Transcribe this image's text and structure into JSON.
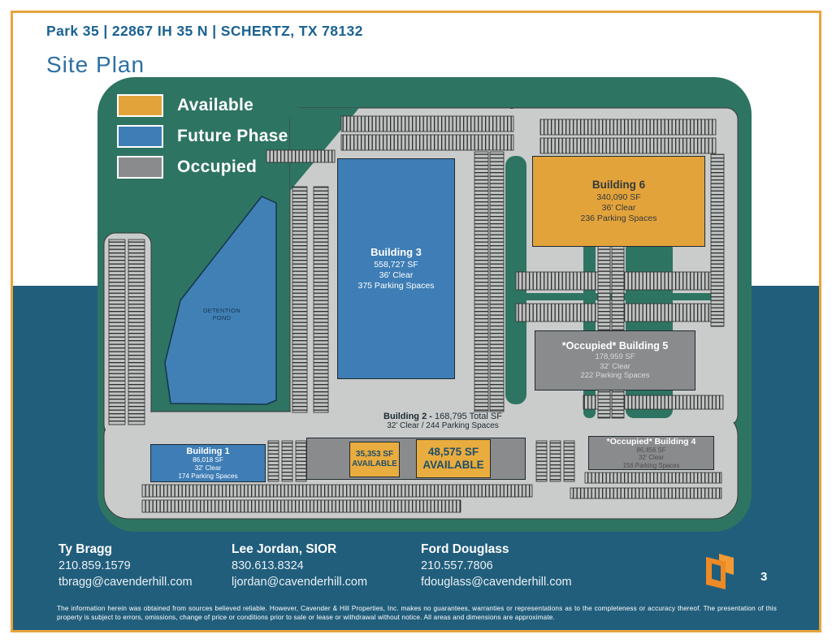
{
  "page": {
    "header": "Park 35 | 22867 IH 35 N | SCHERTZ, TX 78132",
    "title": "Site Plan",
    "page_number": "3",
    "disclaimer": "The information herein was obtained from sources believed reliable. However, Cavender & Hill Properties, Inc. makes no guarantees, warranties or representations as to the completeness or accuracy thereof. The presentation of this property is subject to errors, omissions, change of price or conditions prior to sale or lease or withdrawal without notice. All areas and dimensions are approximate."
  },
  "legend": {
    "items": [
      {
        "label": "Available",
        "status": "available"
      },
      {
        "label": "Future Phase",
        "status": "future"
      },
      {
        "label": "Occupied",
        "status": "occupied"
      }
    ]
  },
  "site_plan": {
    "buildings": [
      {
        "name": "Building 3",
        "sf": "558,727 SF",
        "clear": "36' Clear",
        "parking": "375 Parking Spaces",
        "status": "future"
      },
      {
        "name": "Building 6",
        "sf": "340,090 SF",
        "clear": "36' Clear",
        "parking": "236 Parking Spaces",
        "status": "available"
      },
      {
        "name": "*Occupied* Building 5",
        "sf": "178,959 SF",
        "clear": "32' Clear",
        "parking": "222 Parking Spaces",
        "status": "occupied"
      },
      {
        "name": "*Occupied* Building 4",
        "sf": "86,456 SF",
        "clear": "32' Clear",
        "parking": "156 Parking Spaces",
        "status": "occupied"
      },
      {
        "name": "Building 1",
        "sf": "86,018 SF",
        "clear": "32' Clear",
        "parking": "174 Parking Spaces",
        "status": "future"
      }
    ],
    "building2": {
      "title": "Building 2 -",
      "total": " 168,795 Total SF",
      "specs": "32' Clear / 244 Parking Spaces",
      "suites": [
        {
          "sf": "35,353 SF",
          "label": "AVAILABLE",
          "status": "available"
        },
        {
          "sf": "48,575 SF",
          "label": "AVAILABLE",
          "status": "available"
        }
      ]
    },
    "pond": {
      "line1": "DETENTION",
      "line2": "POND"
    }
  },
  "contacts": [
    {
      "name": "Ty Bragg",
      "phone": "210.859.1579",
      "email": "tbragg@cavenderhill.com"
    },
    {
      "name": "Lee Jordan, SIOR",
      "phone": "830.613.8324",
      "email": "ljordan@cavenderhill.com"
    },
    {
      "name": "Ford Douglass",
      "phone": "210.557.7806",
      "email": "fdouglass@cavenderhill.com"
    }
  ],
  "colors": {
    "accent-orange": "#E8A33C",
    "brand-blue": "#1A6292",
    "title-blue": "#2D6FA3",
    "green": "#2E7462",
    "pavement": "#C9CCCA",
    "bld-blue": "#3E7DB5",
    "bld-orange": "#E3A33B",
    "bld-gray": "#8A8B8D",
    "footer-blue": "#215E7C"
  }
}
